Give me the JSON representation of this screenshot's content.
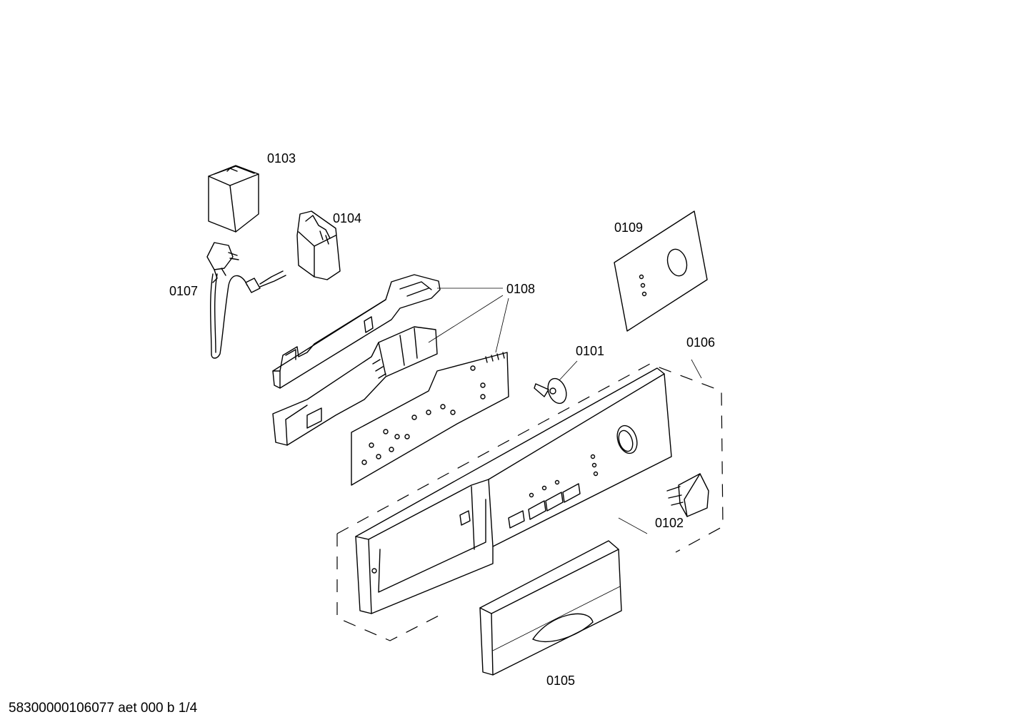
{
  "labels": {
    "p0101": "0101",
    "p0102": "0102",
    "p0103": "0103",
    "p0104": "0104",
    "p0105": "0105",
    "p0106": "0106",
    "p0107": "0107",
    "p0108": "0108",
    "p0109": "0109"
  },
  "footer": {
    "code": "58300000106077 aet 000 b 1/4"
  }
}
